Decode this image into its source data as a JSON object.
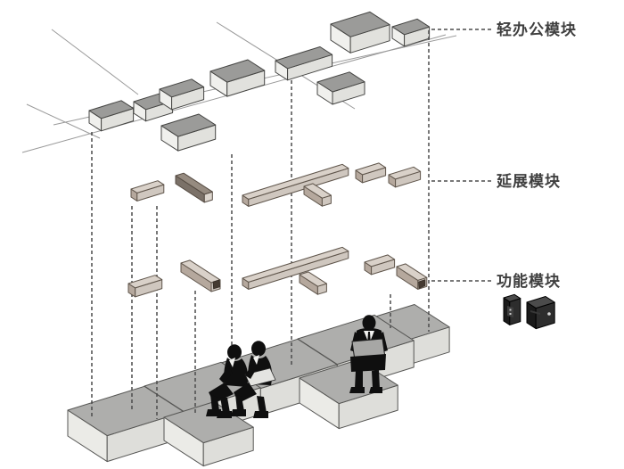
{
  "diagram": {
    "type": "exploded-axonometric",
    "groups": [
      {
        "id": "light-office-module",
        "label": "轻办公模块",
        "item_count": 9
      },
      {
        "id": "extension-module",
        "label": "延展模块",
        "item_count": 12
      },
      {
        "id": "function-module",
        "label": "功能模块",
        "item_count": 2
      }
    ],
    "figures": {
      "count": 3,
      "description": "seated business-people silhouettes on modular seating blocks"
    },
    "icons": [
      {
        "name": "socket-module-icon"
      },
      {
        "name": "box-module-icon"
      }
    ]
  },
  "colors": {
    "background": "#ffffff",
    "module_top": "#9b9b99",
    "module_side_light": "#f0f0ed",
    "module_side_mid": "#e1e1dd",
    "bar_top": "#d9d1c9",
    "bar_side": "#b5a89d",
    "bar_end": "#cfc7bf",
    "bar_dark": "#7b7168",
    "slab_top": "#aeaeac",
    "slab_side_light": "#ebebe7",
    "slab_side_mid": "#dededa",
    "grid_line": "#9a9a9a",
    "dash_line": "#4c4c4c",
    "label_text": "#3f3f3f",
    "silhouette": "#0f0f0f",
    "laptop_screen": "#a7a7a5"
  }
}
